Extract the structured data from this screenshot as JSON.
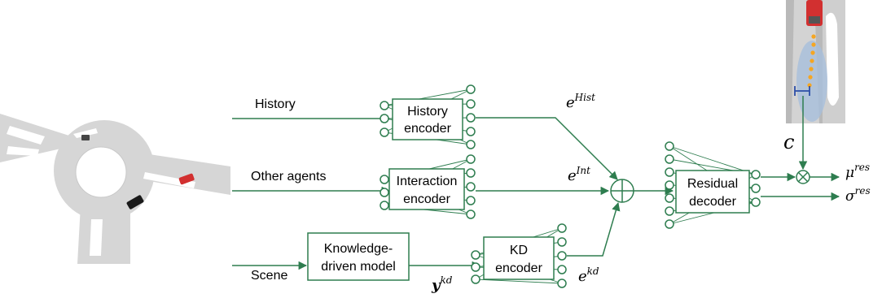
{
  "inputs": {
    "history": "History",
    "other_agents": "Other agents",
    "scene": "Scene"
  },
  "blocks": {
    "history_encoder": {
      "line1": "History",
      "line2": "encoder"
    },
    "interaction_encoder": {
      "line1": "Interaction",
      "line2": "encoder"
    },
    "knowledge_model": {
      "line1": "Knowledge-",
      "line2": "driven model"
    },
    "kd_encoder": {
      "line1": "KD",
      "line2": "encoder"
    },
    "residual_decoder": {
      "line1": "Residual",
      "line2": "decoder"
    }
  },
  "symbols": {
    "e_hist": {
      "base": "e",
      "sup": "Hist"
    },
    "e_int": {
      "base": "e",
      "sup": "Int"
    },
    "e_kd": {
      "base": "e",
      "sup": "kd"
    },
    "y_kd": {
      "base": "y",
      "sup": "kd"
    },
    "c": "c",
    "mu_res": {
      "base": "μ",
      "sup": "res"
    },
    "sigma_res": {
      "base": "σ",
      "sup": "res"
    }
  },
  "colors": {
    "accent_green": "#2e7d4f",
    "road_gray": "#d4d4d4",
    "trajectory_orange": "#f5a623",
    "uncertainty_blue": "#a8bfdc"
  }
}
